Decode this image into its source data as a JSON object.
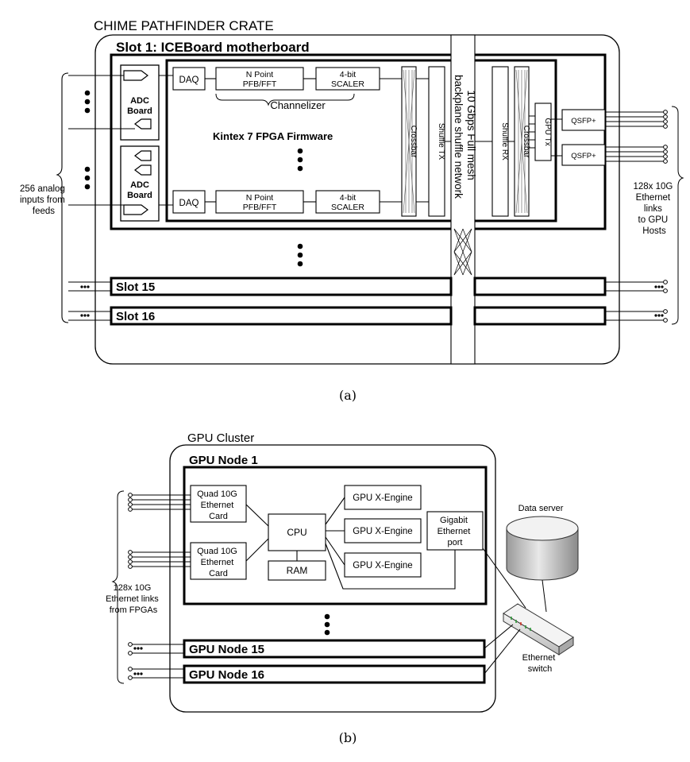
{
  "fig_a": {
    "crate_title": "CHIME PATHFINDER CRATE",
    "slot1_title": "Slot 1: ICEBoard motherboard",
    "adc_label_1": "ADC",
    "adc_label_2": "Board",
    "daq": "DAQ",
    "pfb_1": "N Point",
    "pfb_2": "PFB/FFT",
    "scaler_1": "4-bit",
    "scaler_2": "SCALER",
    "channelizer": "Channelizer",
    "fpga_firmware": "Kintex 7 FPGA Firmware",
    "crossbar": "Crossbar",
    "shuffle_tx": "Shuffle TX",
    "backplane_1": "10 Gbps Full mesh",
    "backplane_2": "backplane shuffle network",
    "shuffle_rx": "Shuffle RX",
    "gpu_tx": "GPU Tx",
    "qsfp": "QSFP+",
    "slot15": "Slot 15",
    "slot16": "Slot 16",
    "inputs_label": [
      "256 analog",
      "inputs from",
      "feeds"
    ],
    "outputs_label": [
      "128x 10G",
      "Ethernet",
      "links",
      "to GPU",
      "Hosts"
    ],
    "caption": "(a)"
  },
  "fig_b": {
    "cluster_title": "GPU Cluster",
    "node1": "GPU Node 1",
    "quad_card": [
      "Quad 10G",
      "Ethernet",
      "Card"
    ],
    "cpu": "CPU",
    "ram": "RAM",
    "x_engine": "GPU X-Engine",
    "gige": [
      "Gigabit",
      "Ethernet",
      "port"
    ],
    "node15": "GPU Node 15",
    "node16": "GPU Node 16",
    "data_server": "Data server",
    "eth_switch": [
      "Ethernet",
      "switch"
    ],
    "inputs_label": [
      "128x 10G",
      "Ethernet links",
      "from FPGAs"
    ],
    "caption": "(b)"
  }
}
